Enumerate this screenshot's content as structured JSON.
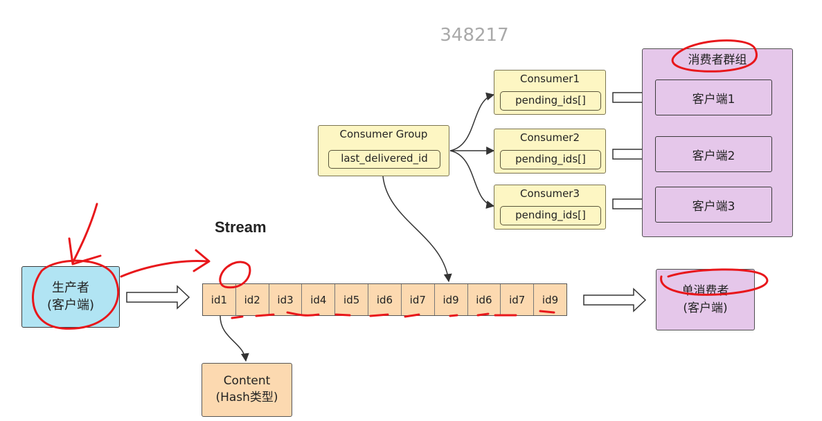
{
  "watermark": "348217",
  "producer": {
    "line1": "生产者",
    "line2": "(客户端)"
  },
  "stream": {
    "label": "Stream",
    "ids": [
      "id1",
      "id2",
      "id3",
      "id4",
      "id5",
      "id6",
      "id7",
      "id9",
      "id6",
      "id7",
      "id9"
    ]
  },
  "content": {
    "line1": "Content",
    "line2": "(Hash类型)"
  },
  "consumer_group": {
    "title": "Consumer Group",
    "field": "last_delivered_id"
  },
  "consumers": [
    {
      "title": "Consumer1",
      "field": "pending_ids[]"
    },
    {
      "title": "Consumer2",
      "field": "pending_ids[]"
    },
    {
      "title": "Consumer3",
      "field": "pending_ids[]"
    }
  ],
  "group": {
    "title": "消费者群组",
    "clients": [
      "客户端1",
      "客户端2",
      "客户端3"
    ]
  },
  "single_consumer": {
    "line1": "单消费者",
    "line2": "(客户端)"
  },
  "colors": {
    "producer_fill": "#b1e4f3",
    "stream_fill": "#fcd9b0",
    "consumer_fill": "#fdf6c3",
    "group_fill": "#e5c7ea",
    "annotation_red": "#e8171b"
  }
}
